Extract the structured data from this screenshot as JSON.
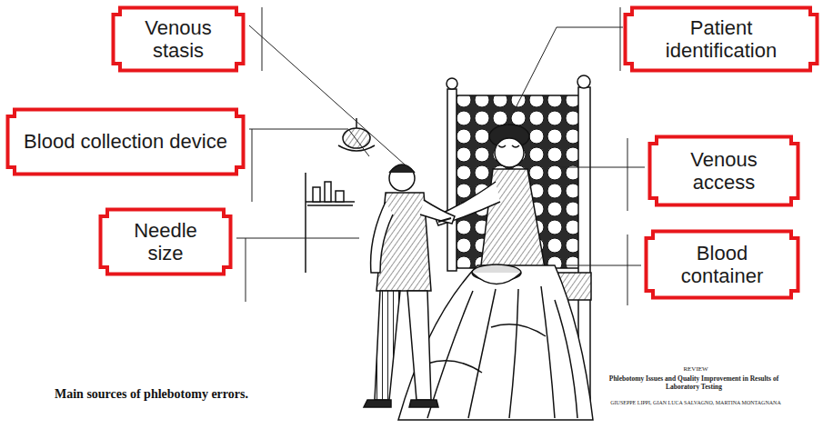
{
  "diagram": {
    "caption": "Main sources of phlebotomy errors.",
    "nodes": [
      {
        "text": [
          "Venous stasis"
        ]
      },
      {
        "text": [
          "Patient identification"
        ]
      },
      {
        "text": [
          "Blood collection device"
        ]
      },
      {
        "text": [
          "Venous access"
        ]
      },
      {
        "text": [
          "Needle size"
        ]
      },
      {
        "text": [
          "Blood container"
        ]
      }
    ],
    "labels": [
      "REVIEW",
      "Phlebotomy Issues and Quality Improvement in Results of Laboratory Testing",
      "GIUSEPPE LIPPI, GIAN LUCA SALVAGNO, MARTINA MONTAGNANA"
    ]
  }
}
